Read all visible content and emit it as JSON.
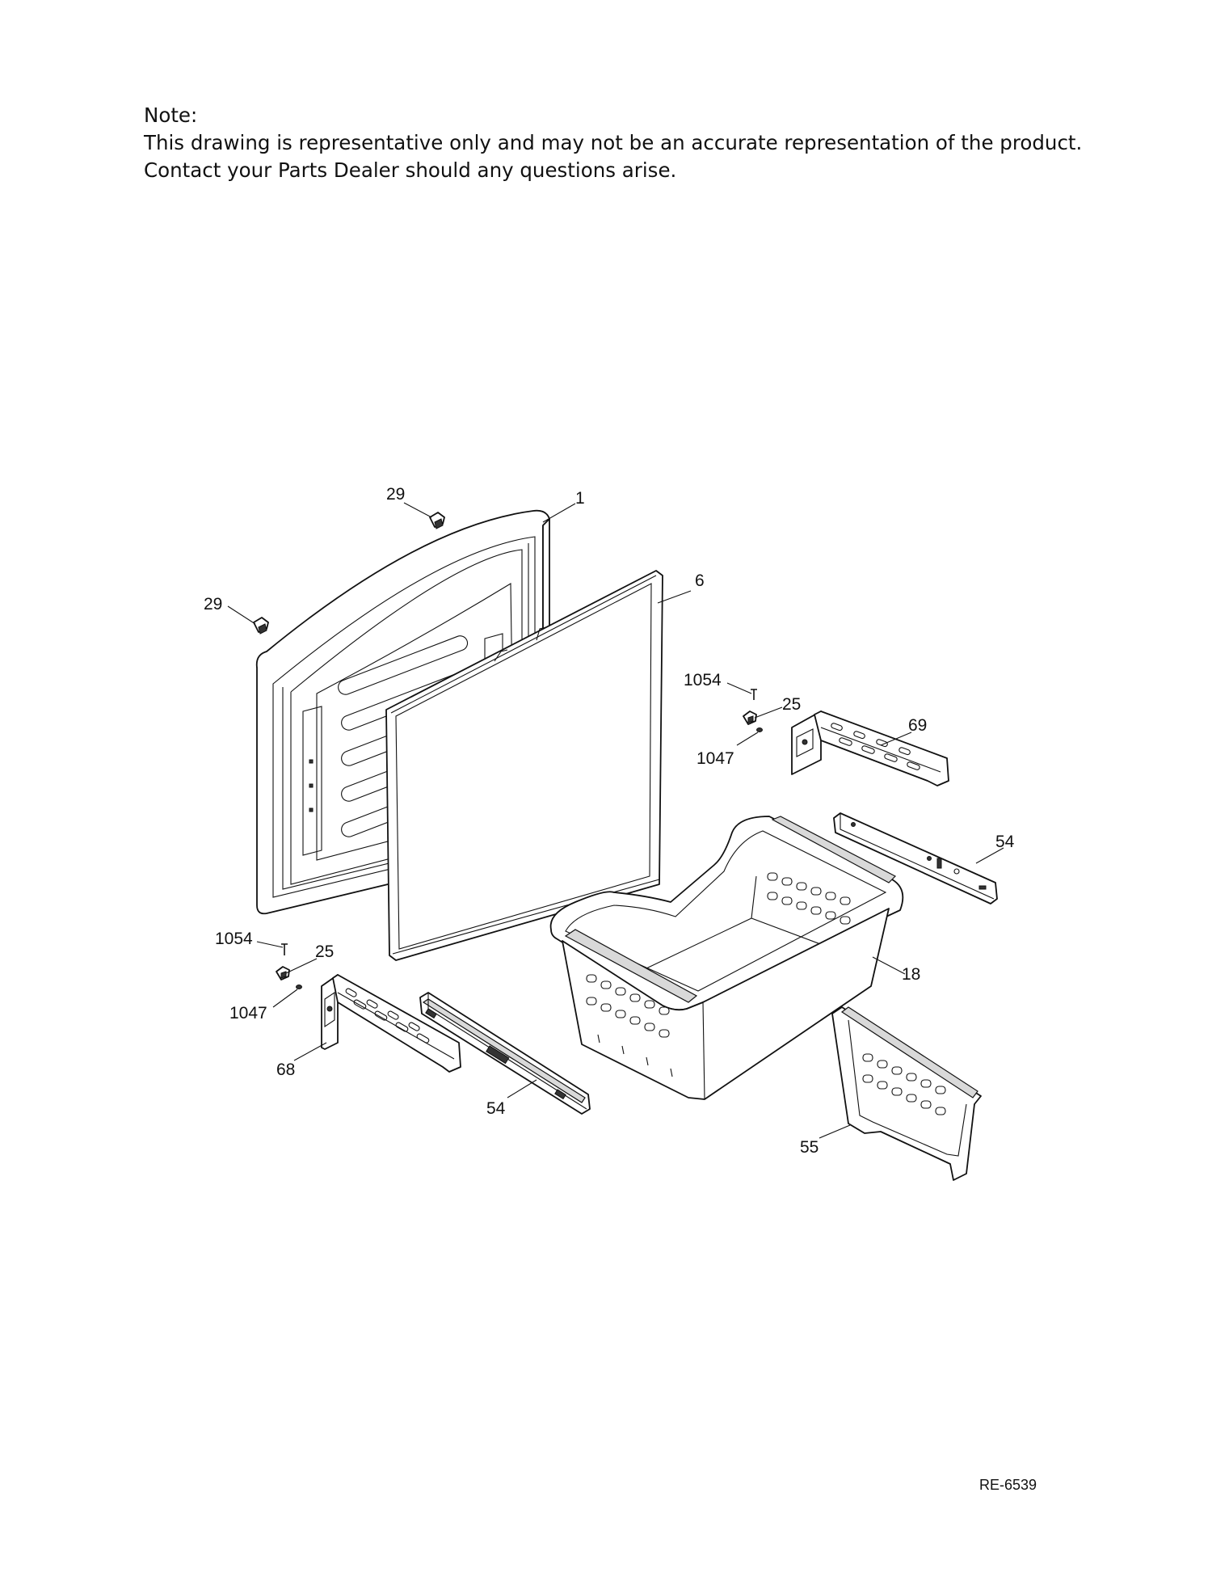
{
  "note": {
    "heading": "Note:",
    "line1": "This drawing is representative only and may not be an accurate representation of the product.",
    "line2": "Contact your Parts Dealer should any questions arise."
  },
  "callouts": {
    "door": "1",
    "gasket": "6",
    "handle_cap_top": "29",
    "handle_cap_left": "29",
    "screw_right": "1054",
    "washer_right": "25",
    "pin_right": "1047",
    "bracket_right": "69",
    "rail_right": "54",
    "basket": "18",
    "screw_left": "1054",
    "washer_left": "25",
    "pin_left": "1047",
    "bracket_left": "68",
    "rail_left": "54",
    "divider": "55"
  },
  "reference": "RE-6539"
}
